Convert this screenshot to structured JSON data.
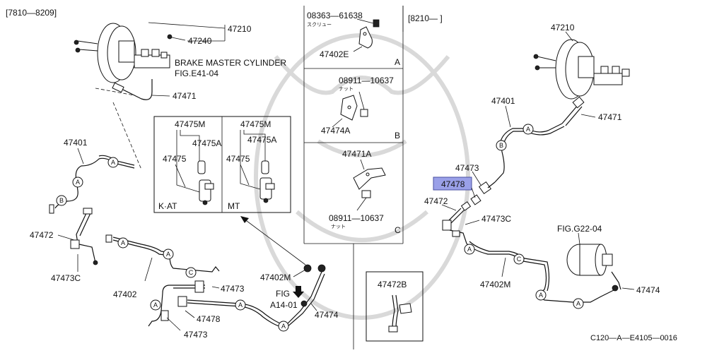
{
  "header": {
    "left_range": "[7810―8209]",
    "right_range": "[8210―     ]"
  },
  "left_labels": {
    "p47210": "47210",
    "p47240": "47240",
    "master_cyl": "BRAKE MASTER CYLINDER",
    "fig_e41": "FIG.E41-04",
    "p47471": "47471",
    "p47401": "47401",
    "p47472": "47472",
    "p47473c": "47473C",
    "p47402": "47402",
    "p47473a": "47473",
    "p47478": "47478",
    "p47473b": "47473",
    "p47402m": "47402M",
    "fig_a14_top": "FIG",
    "fig_a14_bot": "A14-01",
    "p47474": "47474"
  },
  "inset_kat": {
    "p47475m": "47475M",
    "p47475a": "47475A",
    "p47475": "47475",
    "caption": "K·AT"
  },
  "inset_mt": {
    "p47475m": "47475M",
    "p47475a": "47475A",
    "p47475": "47475",
    "caption": "MT"
  },
  "panel_a": {
    "p08363": "08363―61638",
    "kana": "スクリュー",
    "p47402e": "47402E",
    "letter": "A"
  },
  "panel_b": {
    "p08911": "08911―10637",
    "kana": "ナット",
    "p47474a": "47474A",
    "letter": "B"
  },
  "panel_c": {
    "p47471a": "47471A",
    "p08911": "08911―10637",
    "kana": "ナット",
    "letter": "C"
  },
  "inset_47472b": {
    "label": "47472B"
  },
  "right_labels": {
    "p47210": "47210",
    "p47401": "47401",
    "p47471": "47471",
    "p47473": "47473",
    "p47478": "47478",
    "p47472": "47472",
    "p47473c": "47473C",
    "fig_g22": "FIG.G22-04",
    "p47402m": "47402M",
    "p47474": "47474"
  },
  "footer": {
    "code": "C120―A―E4105―0016"
  },
  "circle_markers": {
    "a": "A",
    "b": "B",
    "c": "C"
  },
  "colors": {
    "highlight": "#9aa0e8",
    "line": "#111111",
    "background": "#ffffff"
  }
}
